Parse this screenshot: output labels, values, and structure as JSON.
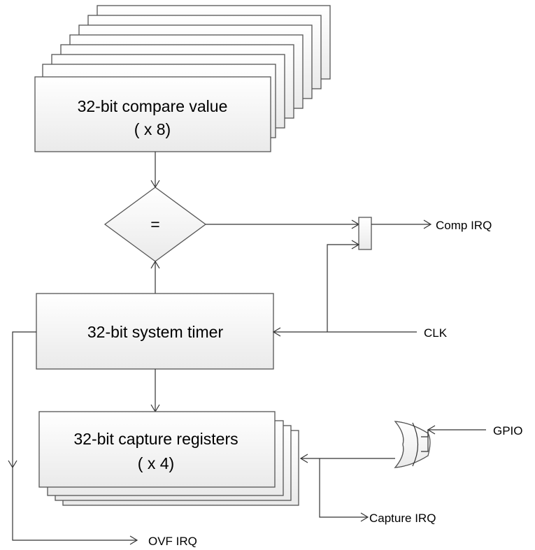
{
  "compare_block": {
    "line1": "32-bit compare value",
    "line2": "( x 8)"
  },
  "comparator": {
    "symbol": "="
  },
  "timer_block": {
    "line1": "32-bit system timer"
  },
  "capture_block": {
    "line1": "32-bit capture registers",
    "line2": "( x 4)"
  },
  "signals": {
    "comp_irq": "Comp IRQ",
    "clk": "CLK",
    "gpio": "GPIO",
    "capture_irq": "Capture IRQ",
    "ovf_irq": "OVF IRQ"
  }
}
